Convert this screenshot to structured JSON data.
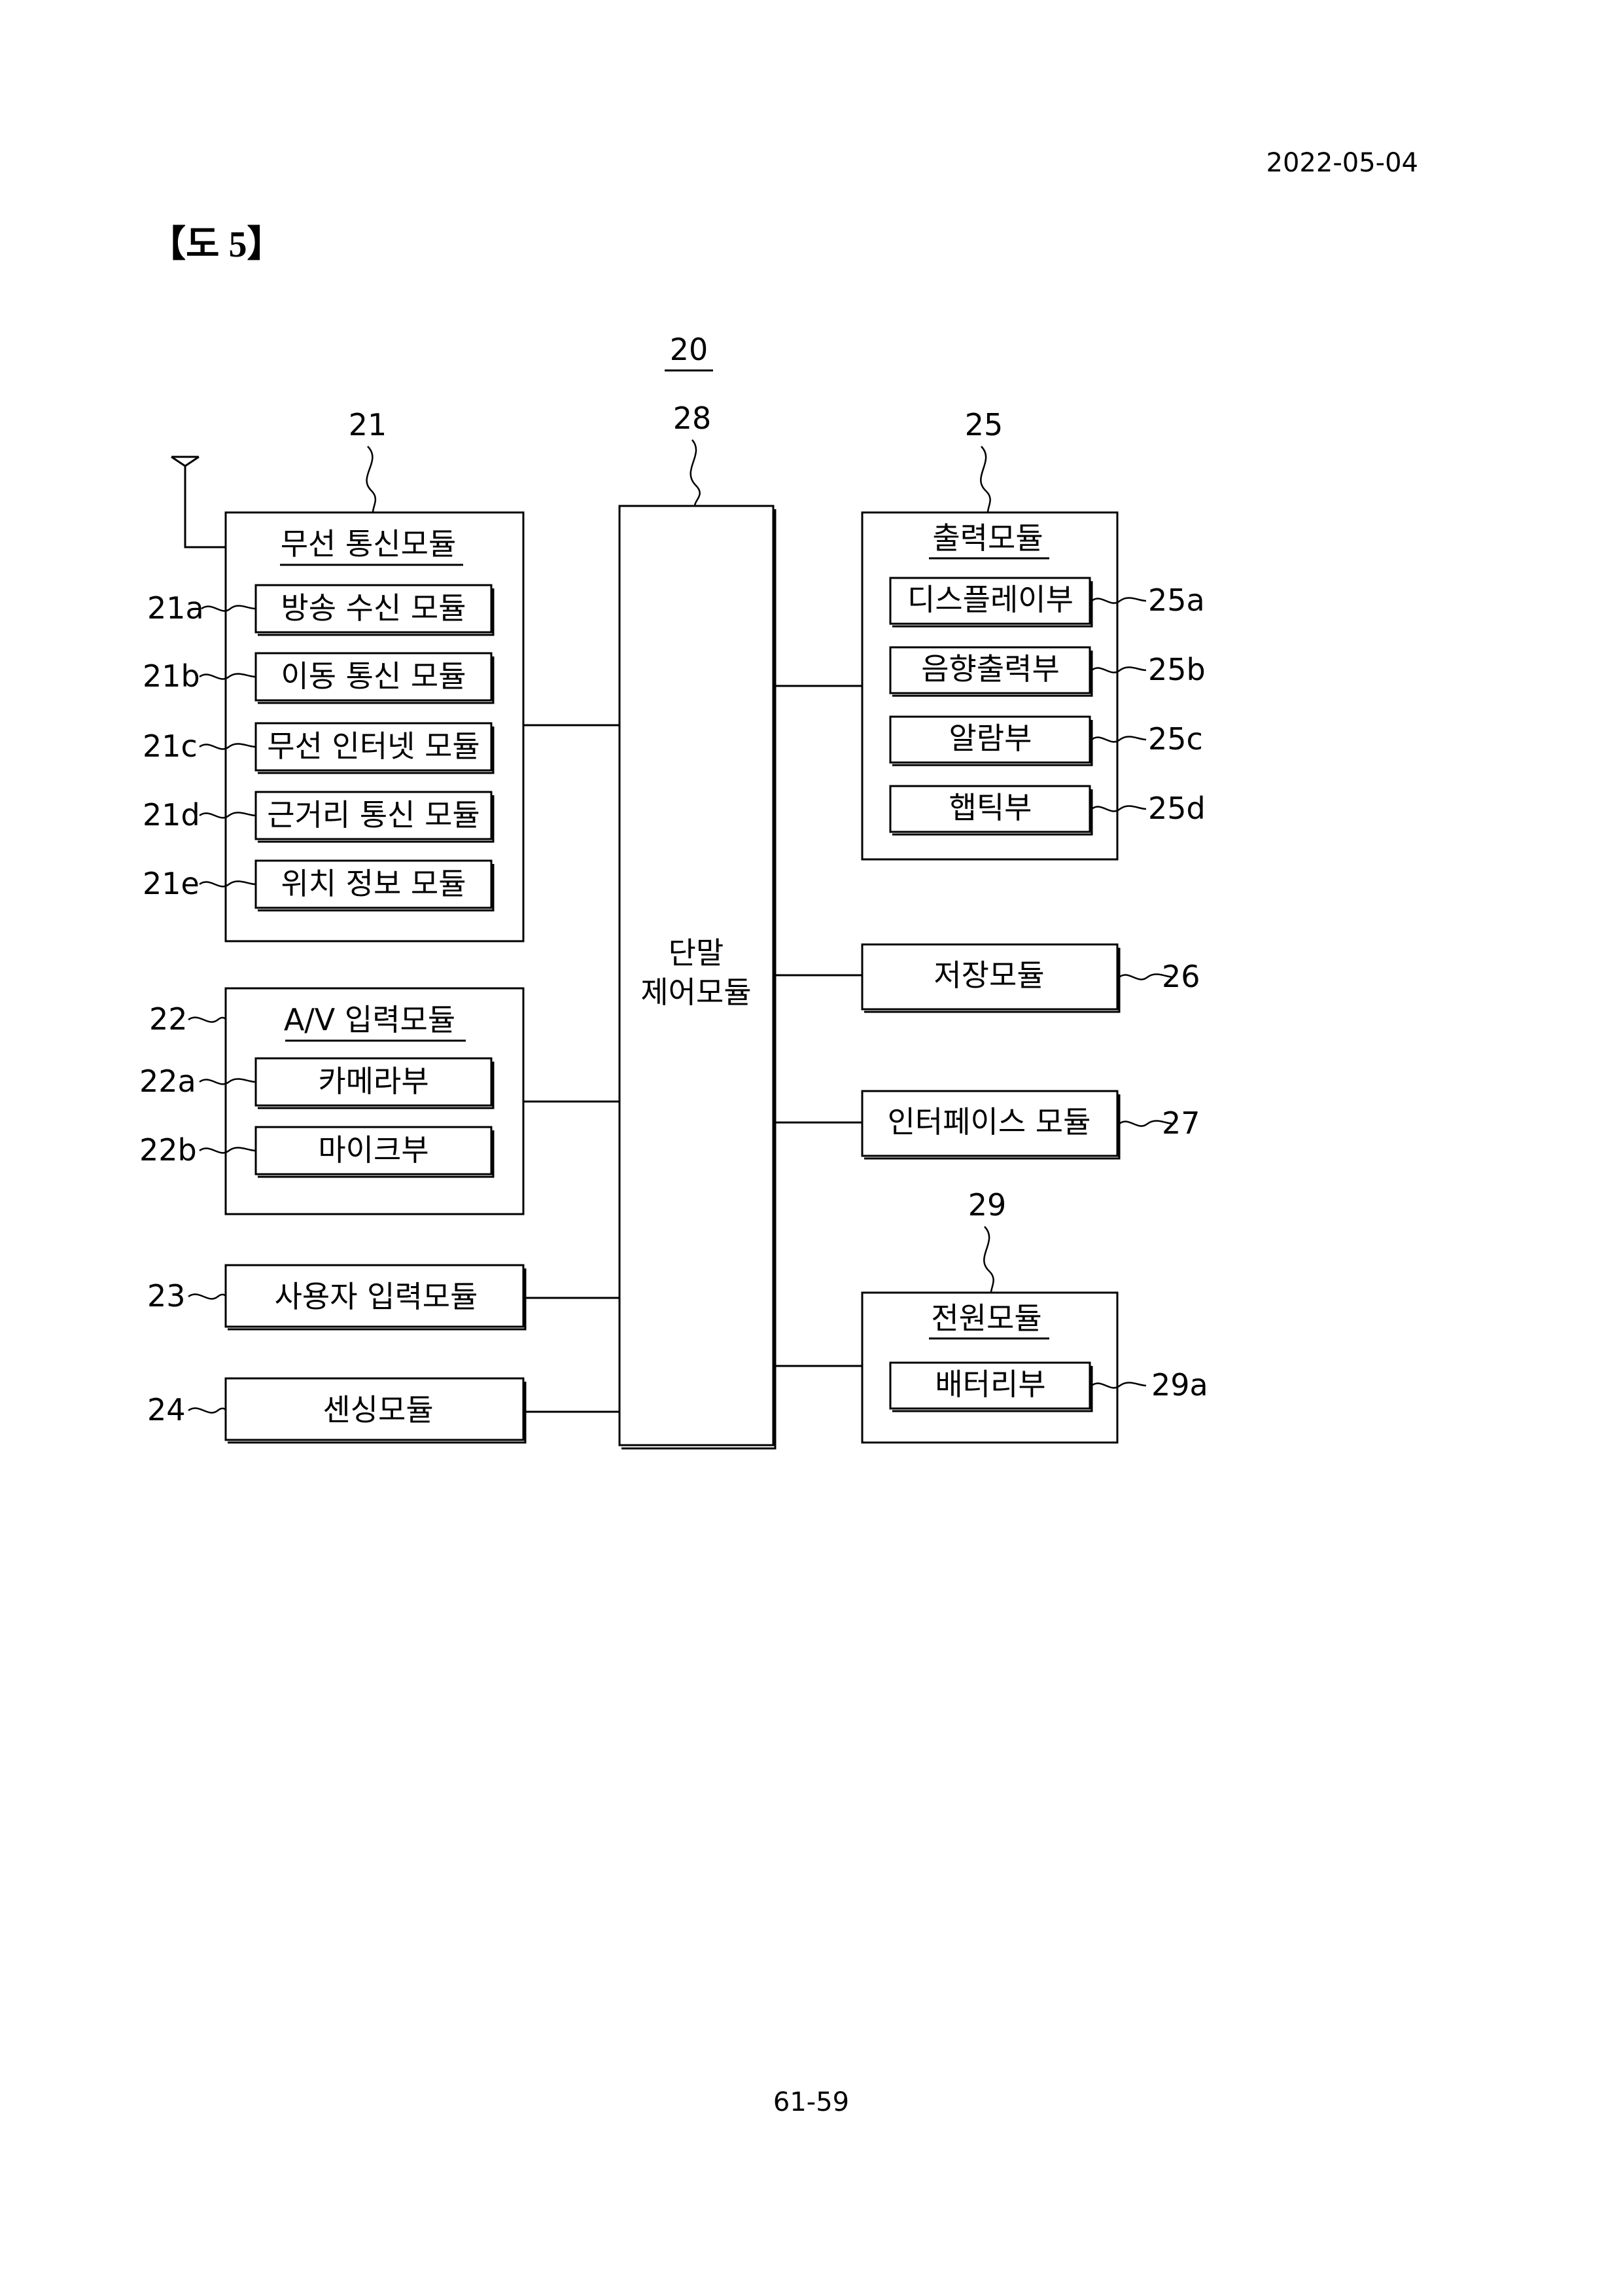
{
  "header": {
    "date": "2022-05-04",
    "figure_label": "【도 5】"
  },
  "footer": {
    "page_number": "61-59"
  },
  "diagram": {
    "system_ref": "20",
    "control": {
      "ref": "28",
      "label_line1": "단말",
      "label_line2": "제어모듈"
    },
    "wireless": {
      "ref": "21",
      "title": "무선 통신모듈",
      "items": [
        {
          "ref": "21a",
          "label": "방송 수신 모듈"
        },
        {
          "ref": "21b",
          "label": "이동 통신 모듈"
        },
        {
          "ref": "21c",
          "label": "무선 인터넷 모듈"
        },
        {
          "ref": "21d",
          "label": "근거리 통신 모듈"
        },
        {
          "ref": "21e",
          "label": "위치 정보 모듈"
        }
      ]
    },
    "av": {
      "ref": "22",
      "title": "A/V 입력모듈",
      "items": [
        {
          "ref": "22a",
          "label": "카메라부"
        },
        {
          "ref": "22b",
          "label": "마이크부"
        }
      ]
    },
    "user_input": {
      "ref": "23",
      "label": "사용자 입력모듈"
    },
    "sensing": {
      "ref": "24",
      "label": "센싱모듈"
    },
    "output": {
      "ref": "25",
      "title": "출력모듈",
      "items": [
        {
          "ref": "25a",
          "label": "디스플레이부"
        },
        {
          "ref": "25b",
          "label": "음향출력부"
        },
        {
          "ref": "25c",
          "label": "알람부"
        },
        {
          "ref": "25d",
          "label": "햅틱부"
        }
      ]
    },
    "storage": {
      "ref": "26",
      "label": "저장모듈"
    },
    "interface": {
      "ref": "27",
      "label": "인터페이스 모듈"
    },
    "power": {
      "ref": "29",
      "title": "전원모듈",
      "items": [
        {
          "ref": "29a",
          "label": "배터리부"
        }
      ]
    }
  }
}
